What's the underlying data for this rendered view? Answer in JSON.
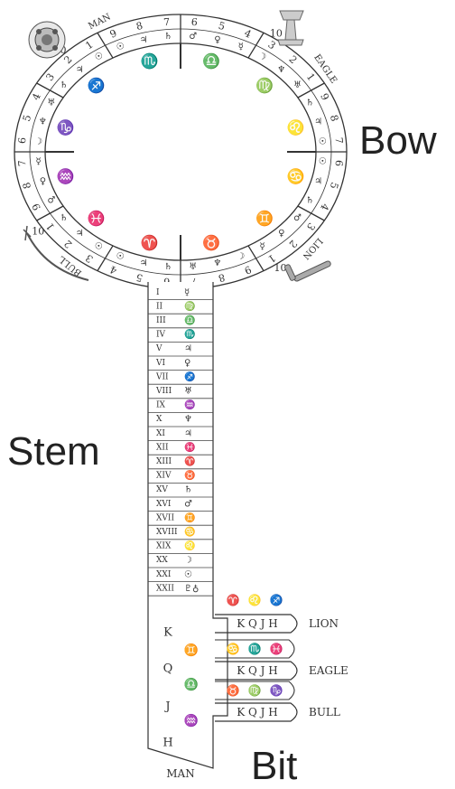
{
  "labels": {
    "bow": "Bow",
    "stem": "Stem",
    "bit": "Bit"
  },
  "ring": {
    "creatures": [
      "MAN",
      "EAGLE",
      "LION",
      "BULL"
    ],
    "sign_glyphs": [
      "♑",
      "♐",
      "♏",
      "♎",
      "♍",
      "♌",
      "♋",
      "♊",
      "♉",
      "♈",
      "♓",
      "♒"
    ],
    "outer_numbers": [
      "3",
      "2",
      "1",
      "9",
      "8",
      "7",
      "6",
      "5",
      "4",
      "3",
      "2",
      "1",
      "9",
      "8",
      "7",
      "6",
      "5",
      "4",
      "3",
      "2",
      "1",
      "9",
      "8",
      "7",
      "6",
      "5",
      "4",
      "3",
      "2",
      "1",
      "9",
      "8",
      "7",
      "6",
      "5",
      "4"
    ],
    "planet_glyphs": [
      "♄",
      "♃",
      "☉",
      "☉",
      "♃",
      "♄",
      "♂",
      "♀",
      "☿",
      "☽",
      "♆",
      "♅",
      "♄",
      "♃",
      "☉",
      "☉",
      "♃",
      "♄",
      "♂",
      "♀",
      "☿",
      "☽",
      "♆",
      "♅",
      "♄",
      "♃",
      "☉",
      "☉",
      "♃",
      "♄",
      "♂",
      "♀",
      "☿",
      "☽",
      "♆",
      "♅"
    ],
    "tens": [
      "10",
      "10",
      "10",
      "10"
    ]
  },
  "stem": {
    "rows": [
      {
        "numeral": "I",
        "glyph": "☿"
      },
      {
        "numeral": "II",
        "glyph": "♍"
      },
      {
        "numeral": "III",
        "glyph": "♎"
      },
      {
        "numeral": "IV",
        "glyph": "♏"
      },
      {
        "numeral": "V",
        "glyph": "♃"
      },
      {
        "numeral": "VI",
        "glyph": "♀"
      },
      {
        "numeral": "VII",
        "glyph": "♐"
      },
      {
        "numeral": "VIII",
        "glyph": "♅"
      },
      {
        "numeral": "IX",
        "glyph": "♒"
      },
      {
        "numeral": "X",
        "glyph": "♆"
      },
      {
        "numeral": "XI",
        "glyph": "♃"
      },
      {
        "numeral": "XII",
        "glyph": "♓"
      },
      {
        "numeral": "XIII",
        "glyph": "♈"
      },
      {
        "numeral": "XIV",
        "glyph": "♉"
      },
      {
        "numeral": "XV",
        "glyph": "♄"
      },
      {
        "numeral": "XVI",
        "glyph": "♂"
      },
      {
        "numeral": "XVII",
        "glyph": "♊"
      },
      {
        "numeral": "XVIII",
        "glyph": "♋"
      },
      {
        "numeral": "XIX",
        "glyph": "♌"
      },
      {
        "numeral": "XX",
        "glyph": "☽"
      },
      {
        "numeral": "XXI",
        "glyph": "☉"
      },
      {
        "numeral": "XXII",
        "glyph": "♇♁"
      }
    ]
  },
  "bit": {
    "court_letters": [
      "K",
      "Q",
      "J",
      "H"
    ],
    "court_glyphs": [
      "♊",
      "♎",
      "♒"
    ],
    "bottom": "MAN",
    "sign_rows": [
      [
        "♈",
        "♌",
        "♐"
      ],
      [
        "♋",
        "♏",
        "♓"
      ],
      [
        "♉",
        "♍",
        "♑"
      ]
    ],
    "suits": [
      {
        "letters": "K Q J H",
        "name": "LION"
      },
      {
        "letters": "K Q J H",
        "name": "EAGLE"
      },
      {
        "letters": "K Q J H",
        "name": "BULL"
      }
    ]
  }
}
